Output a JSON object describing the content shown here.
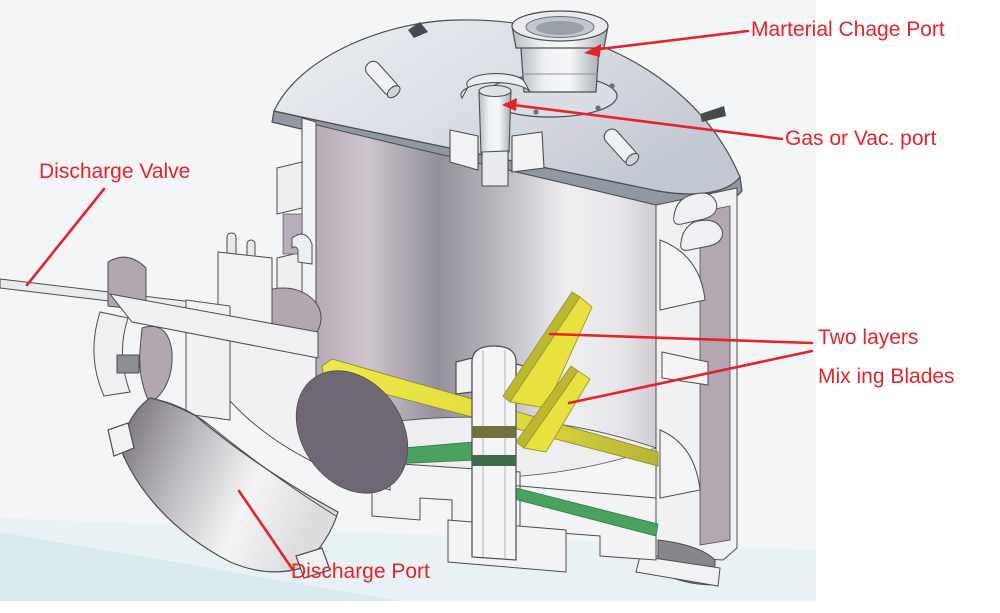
{
  "figure": {
    "type": "cad-cutaway-diagram",
    "subject": "Vertical mixing vessel cutaway view",
    "background_color": "#f4f5f7",
    "annotation_color": "#e62328",
    "mixing_blade_color": "#e7e23d",
    "bottom_blade_color": "#49a35f"
  },
  "annotations": {
    "material_charge_port": {
      "label": "Marterial Chage Port"
    },
    "gas_or_vac_port": {
      "label": "Gas or Vac. port"
    },
    "discharge_valve": {
      "label": "Discharge Valve"
    },
    "two_layers_mixing_blades": {
      "label_line1": "Two layers",
      "label_line2": "Mix ing Blades"
    },
    "discharge_port": {
      "label": "Discharge Port"
    }
  }
}
